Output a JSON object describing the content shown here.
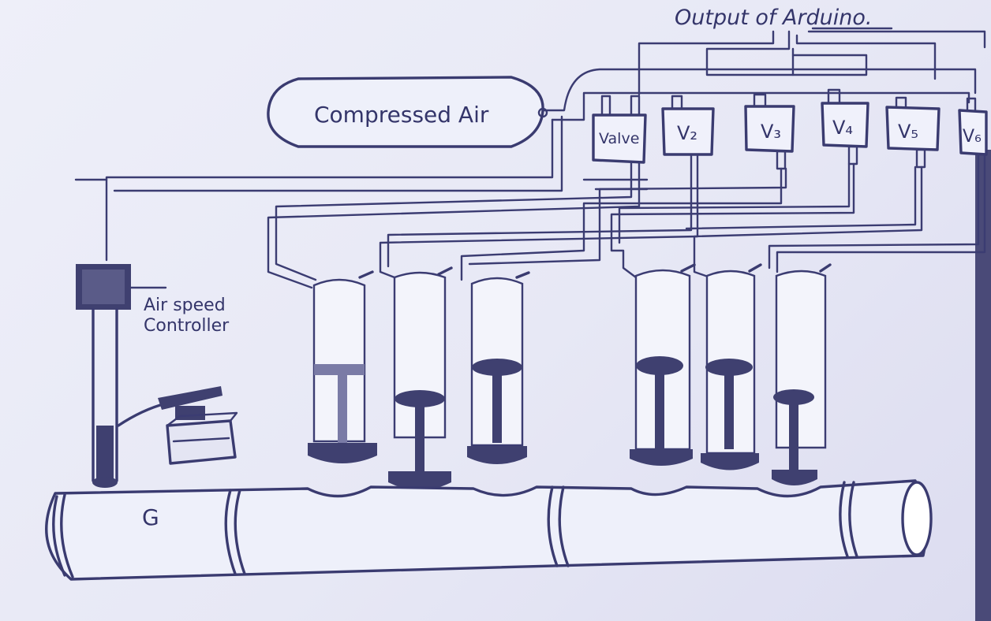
{
  "labels": {
    "output": "Output of Arduino.",
    "tank": "Compressed Air",
    "valve1": "Valve",
    "valve2": "V₂",
    "valve3": "V₃",
    "valve4": "V₄",
    "valve5": "V₅",
    "valve6": "V₆",
    "controller_line1": "Air speed",
    "controller_line2": "Controller",
    "g_mark": "G"
  },
  "pistons": [
    {
      "id": "c1",
      "level": 0.55
    },
    {
      "id": "c2",
      "level": 0.7
    },
    {
      "id": "c3",
      "level": 0.5
    },
    {
      "id": "c4",
      "level": 0.45
    },
    {
      "id": "c5",
      "level": 0.45
    },
    {
      "id": "c6",
      "level": 0.7
    }
  ],
  "colors": {
    "ink": "#3b3c72",
    "paper": "#e9eaf6"
  }
}
